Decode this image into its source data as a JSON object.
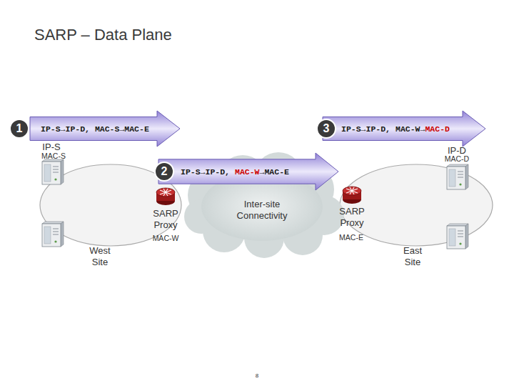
{
  "diagram": {
    "title": "SARP – Data Plane",
    "nodes": [
      {
        "text": [
          "1"
        ]
      },
      {
        "text": [
          "IP-S→IP-D, MAC-S→MAC-E"
        ]
      },
      {
        "text": [
          "3"
        ]
      },
      {
        "text": [
          "IP-S→IP-D,",
          "MAC-W→",
          "MAC-D"
        ]
      },
      {
        "text": [
          "2"
        ]
      },
      {
        "text": [
          "IP-S→IP-D,",
          "MAC-W",
          "→MAC-E"
        ]
      },
      {
        "text": [
          "West Site"
        ]
      },
      {
        "text": [
          "Inter-site Connectivity"
        ]
      },
      {
        "text": [
          "East Site"
        ]
      }
    ],
    "labels": [
      "IP-S",
      "MAC-S",
      "SARP Proxy",
      "MAC-W",
      "IP-D",
      "MAC-D",
      "SARP Proxy",
      "MAC-E",
      "8"
    ]
  }
}
